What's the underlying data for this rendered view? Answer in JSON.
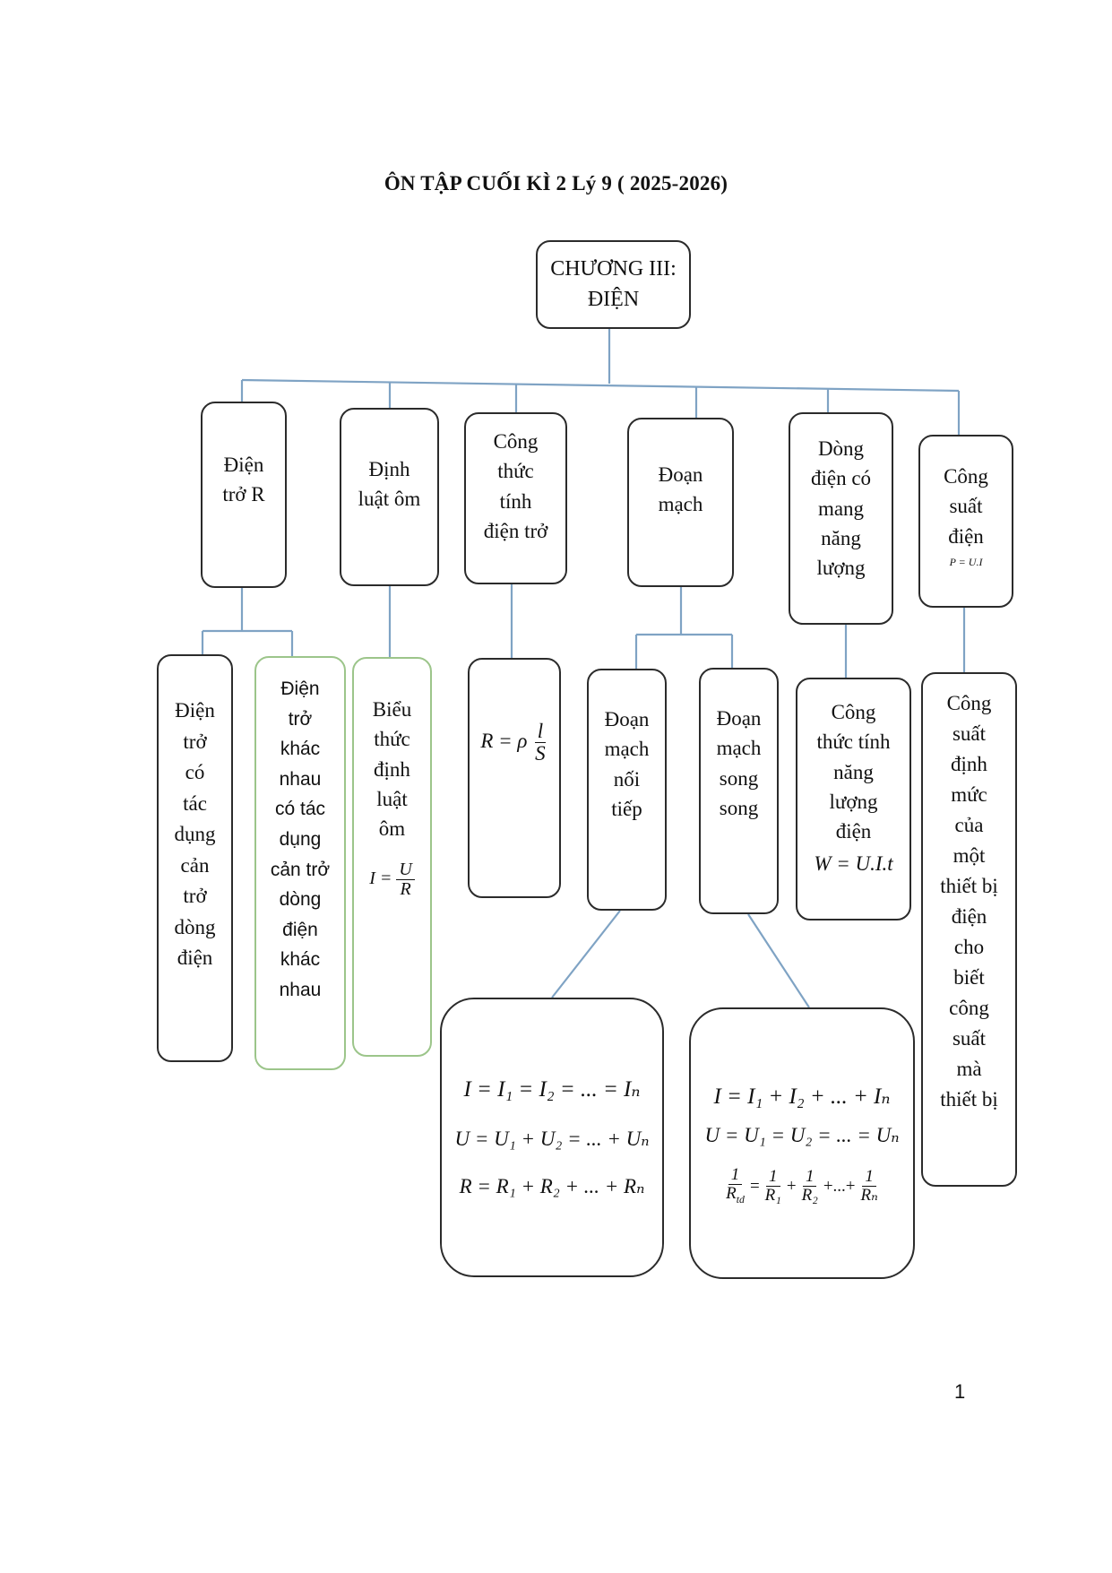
{
  "title": "ÔN TẬP CUỐI KÌ 2 Lý 9 ( 2025-2026)",
  "root": "CHƯƠNG III:\nĐIỆN",
  "topics": {
    "resistance": "Điện\ntrở R",
    "ohm_law": "Định\nluật ôm",
    "resistance_formula": "Công\nthức\ntính\nđiện trở",
    "circuit": "Đoạn\nmạch",
    "energy": "Dòng\nđiện có\nmang\nnăng\nlượng",
    "power": "Công\nsuất\nđiện",
    "power_eq": "P = U.I"
  },
  "details": {
    "resistance_effect": "Điện\ntrở\ncó\ntác\ndụng\ncản\ntrở\ndòng\nđiện",
    "different_resistance": "Điện\ntrở\nkhác\nnhau\ncó tác\ndụng\ncản trở\ndòng\nđiện\nkhác\nnhau",
    "ohm_expression": "Biểu\nthức\nđịnh\nluật\nôm",
    "ohm_I": "I =",
    "ohm_num": "U",
    "ohm_den": "R",
    "rf_lhs": "R = ρ",
    "rf_num": "l",
    "rf_den": "S",
    "series": "Đoạn\nmạch\nnối\ntiếp",
    "parallel": "Đoạn\nmạch\nsong\nsong",
    "energy_formula": "Công\nthức tính\nnăng\nlượng\nđiện",
    "energy_eq": "W = U.I.t",
    "rated_power": "Công\nsuất\nđịnh\nmức\ncủa\nmột\nthiết bị\nđiện\ncho\nbiết\ncông\nsuất\nmà\nthiết bị"
  },
  "series_formulas": [
    "I = I₁ = I₂ = ... = Iₙ",
    "U = U₁ + U₂ = ... + Uₙ",
    "R = R₁ + R₂ + ... + Rₙ"
  ],
  "parallel_formulas": {
    "I": "I = I₁ + I₂ + ... + Iₙ",
    "U": "U = U₁ = U₂ = ... = Uₙ",
    "one": "1",
    "R_td": "R",
    "R_td_sub": "td",
    "R1": "R₁",
    "R2": "R₂",
    "Rn": "Rₙ",
    "eq": "=",
    "plus": "+",
    "dots": "+...+"
  },
  "page_number": "1",
  "colors": {
    "line": "#7fa3c4",
    "box_border": "#2b2b2b",
    "green_border": "#9cc58a"
  }
}
